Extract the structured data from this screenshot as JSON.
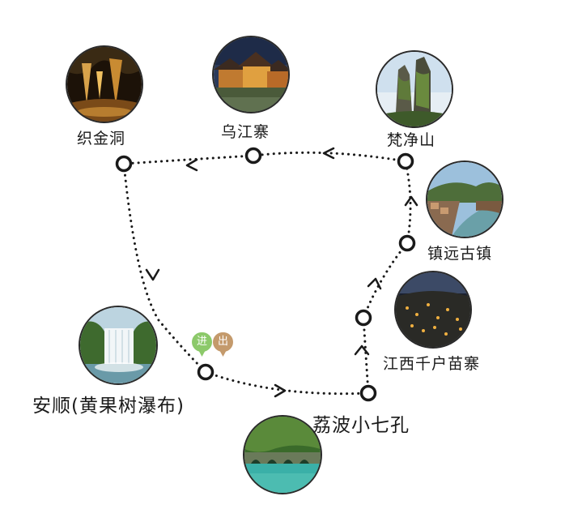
{
  "stops": {
    "zhijindong": "织金洞",
    "wujiangzhai": "乌江寨",
    "fanjingshan": "梵净山",
    "zhenyuan": "镇远古镇",
    "xijiang": "江西千户苗寨",
    "libo": "荔波小七孔",
    "anshun": "安顺(黄果树瀑布)"
  },
  "markers": {
    "enter": "进",
    "exit": "出"
  },
  "colors": {
    "route": "#1a1a1a",
    "enter_pin": "#8cc96a",
    "exit_pin": "#c49a6c"
  },
  "icons": [
    "cave-photo",
    "village-photo",
    "mountain-photo",
    "old-town-photo",
    "miao-village-photo",
    "lake-bridge-photo",
    "waterfall-photo"
  ]
}
